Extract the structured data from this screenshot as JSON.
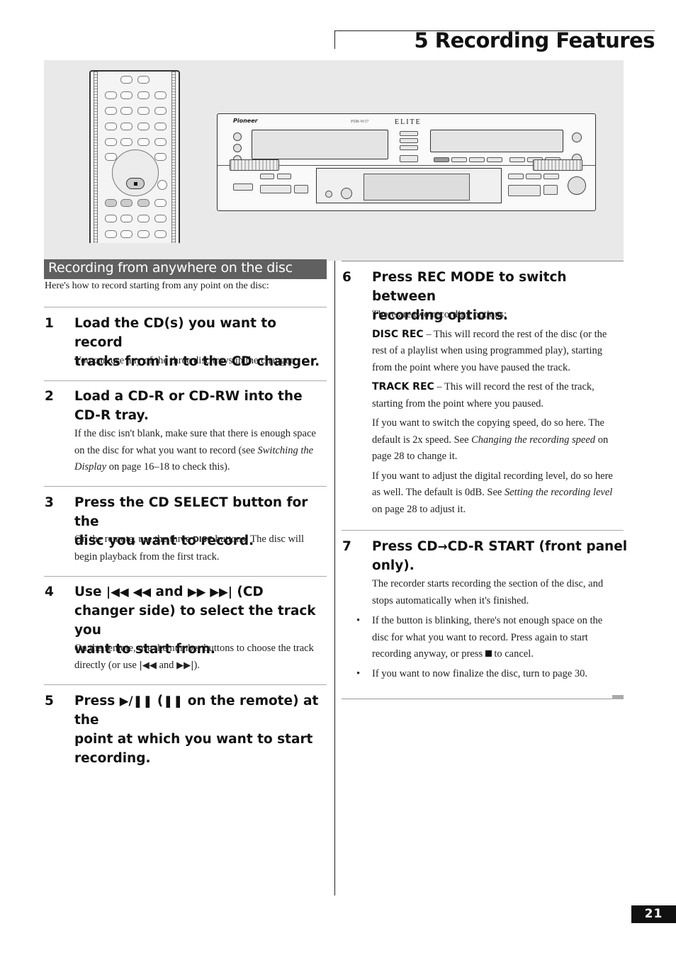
{
  "header": {
    "chapter_title": "5 Recording Features"
  },
  "figure": {
    "brand": "Pioneer",
    "model": "PDR-W37",
    "series": "ELITE"
  },
  "section": {
    "title": "Recording from anywhere on the disc",
    "intro": "Here's how to record starting from any point on the disc:"
  },
  "steps": {
    "s1": {
      "number": "1",
      "line1": "Load the CD(s) you want to record",
      "line2": "tracks from in to the CD changer.",
      "body": "You can use any of the three disc trays in the changer."
    },
    "s2": {
      "number": "2",
      "line1": "Load a CD-R or CD-RW into the",
      "line2": "CD-R tray.",
      "body_l1": "If the disc isn't blank, make sure that there is enough space",
      "body_l2a": "on the disc for what you want to record (see ",
      "body_l2i": "Switching the",
      "body_l3i": "Display",
      "body_l3b": " on page 16–18 to check this)."
    },
    "s3": {
      "number": "3",
      "line1": "Press the CD SELECT button for the",
      "line2": "disc you want to record.",
      "body_l1a": "On the remote, use the three ",
      "body_tag": "DISC",
      "body_l1b": " buttons. The disc will",
      "body_l2": "begin playback from the first track."
    },
    "s4": {
      "number": "4",
      "line1a": "Use ",
      "sym_prev": "|◀◀ ◀◀",
      "line1b": " and ",
      "sym_next": "▶▶ ▶▶|",
      "line1c": " (CD",
      "line2": "changer side) to select the track you",
      "line3": "want to start from.",
      "body_l1": "On the remote, use the number buttons to choose the track",
      "body_l2a": "directly (or use ",
      "body_sym1": "|◀◀",
      "body_l2b": " and ",
      "body_sym2": "▶▶|",
      "body_l2c": ")."
    },
    "s5": {
      "number": "5",
      "line1a": "Press ",
      "sym_play": "▶/❚❚",
      "line1b": " (",
      "sym_pause": "❚❚",
      "line1c": " on the remote) at the",
      "line2": "point at which you want to start",
      "line3": "recording."
    },
    "s6": {
      "number": "6",
      "line1": "Press REC MODE to switch between",
      "line2": "recording options.",
      "intro": "There are two recording options:",
      "disc_tag": "DISC REC",
      "disc_l1": " – This will record the rest of the disc (or the",
      "disc_l2": "rest of a playlist when using programmed play), starting",
      "disc_l3": "from the point where you have paused the track.",
      "track_tag": "TRACK REC",
      "track_l1": " – This will record the rest of the track,",
      "track_l2": "starting from the point where you paused.",
      "speed_l1": "If you want to switch the copying speed, do so here. The",
      "speed_l2a": "default is 2x speed. See ",
      "speed_l2i": "Changing the recording speed",
      "speed_l2b": " on",
      "speed_l3": "page 28 to change it.",
      "level_l1": "If you want to adjust the digital recording level, do so here",
      "level_l2a": "as well. The default is 0dB. See ",
      "level_l2i": "Setting the recording level",
      "level_l3": "on page 28 to adjust it."
    },
    "s7": {
      "number": "7",
      "line1a": "Press CD",
      "arrow": "→",
      "line1b": "CD-R START (front panel",
      "line2": "only).",
      "body_l1": "The recorder starts recording the section of the disc, and",
      "body_l2": "stops automatically when it's finished.",
      "b1_l1": "If the button is blinking, there's not enough space on the",
      "b1_l2": "disc for what you want to record. Press again to start",
      "b1_l3a": "recording anyway, or press ",
      "b1_l3b": " to cancel.",
      "b2": "If you want to now finalize the disc, turn to page 30.",
      "bullet": "•"
    }
  },
  "footer": {
    "page_number": "21"
  }
}
